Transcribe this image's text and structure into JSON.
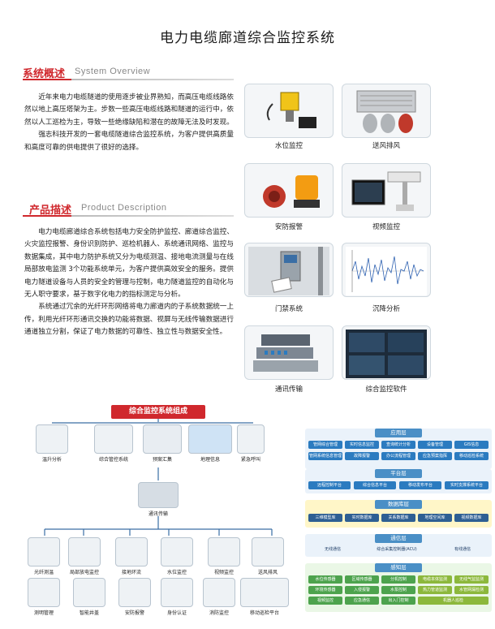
{
  "page": {
    "title": "电力电缆廊道综合监控系统"
  },
  "overview": {
    "heading_cn": "系统概述",
    "heading_en": "System Overview",
    "paragraphs": [
      "近年来电力电缆隧道的使用逐步被业界熟知，而高压电缆线路依然以地上高压塔架为主。步数一些高压电缆线路和隧道的运行中，依然以人工巡检为主，导致一些绝缘缺陷和潜在的故障无法及时发现。",
      "强志科技开发的一套电缆隧道综合监控系统，为客户提供高质量和高度可靠的供电提供了很好的选择。"
    ]
  },
  "product": {
    "heading_cn": "产品描述",
    "heading_en": "Product Description",
    "paragraphs": [
      "电力电缆廊道综合系统包括电力安全防护监控、廊道综合监控、火灾监控报警、身份识别防护、巡检机器人、系统通讯网络、监控与数据集成，其中电力防护系统又分为电缆测温、接地电流测量与在线局部放电监测 3个功能系统单元，为客户提供高效安全的服务。提供电力隧道设备与人员的安全的管理与控制，电力隧道监控的自动化与无人职守要求，基于数字化电力的指标测定与分析。",
      "系统通过冗余的光纤环形网络将电力廊道内的子系统数据统一上传，利用光纤环形通讯交换的功能将数据、视屏与无线传输数据进行通道独立分割，保证了电力数据的可靠性、独立性与数据安全性。"
    ]
  },
  "tiles": [
    {
      "label": "水位监控",
      "icon": "water-level-sensor-icon"
    },
    {
      "label": "送风排风",
      "icon": "ventilation-fan-icon"
    },
    {
      "label": "安防报警",
      "icon": "alarm-siren-icon"
    },
    {
      "label": "视频监控",
      "icon": "video-camera-icon"
    },
    {
      "label": "门禁系统",
      "icon": "access-control-icon"
    },
    {
      "label": "沉降分析",
      "icon": "settlement-chart-icon"
    },
    {
      "label": "通讯传输",
      "icon": "network-switch-icon"
    },
    {
      "label": "综合监控软件",
      "icon": "monitor-software-icon"
    }
  ],
  "diagram": {
    "title": "综合监控系统组成",
    "top_row": [
      "温升分析",
      "综合管控系统",
      "预案汇集",
      "地理信息",
      "紧急呼叫"
    ],
    "center": "通讯传输",
    "bottom_row1": [
      "光纤测温",
      "局部放电监控",
      "接地环流",
      "水位监控",
      "视频监控",
      "送风排风"
    ],
    "bottom_row2": [
      "测明管理",
      "智能井盖",
      "安防报警",
      "身份认证",
      "消防监控",
      "移动巡检平台"
    ]
  },
  "layers": {
    "app": {
      "title": "应用层",
      "row1": [
        "管网综合管理",
        "实时信息监控",
        "查询统计分析",
        "设备管理",
        "GIS信息"
      ],
      "row2": [
        "管网系统信息管理",
        "故障报警",
        "办公流程管理",
        "应急预案指挥",
        "移动巡检系统"
      ]
    },
    "platform": {
      "title": "平台层",
      "items": [
        "远程控制平台",
        "综合信息平台",
        "移动发布平台",
        "实时支撑系统平台"
      ]
    },
    "data": {
      "title": "数据库层",
      "items": [
        "三维模型库",
        "实时数据库",
        "关系数据库",
        "地理空间库",
        "视频数据库"
      ]
    },
    "comm": {
      "title": "通信层",
      "items": [
        "无线通信",
        "综合采集控制器(ACU)",
        "有线通信"
      ]
    },
    "sense": {
      "title": "感知层",
      "row1": [
        "水位传感器",
        "区域传感器",
        "分机控制",
        "电缆本体监测",
        "无线气监监测"
      ],
      "row2": [
        "环境传感器",
        "入侵报警",
        "水泵控制",
        "热力管道监测",
        "水管网漏检测"
      ],
      "row3": [
        "视频监控",
        "应急通信",
        "出入门控制",
        "机器人巡检"
      ]
    }
  }
}
